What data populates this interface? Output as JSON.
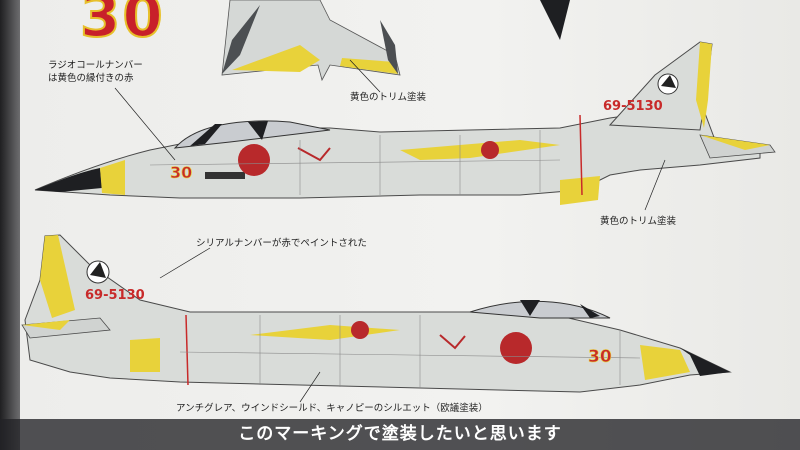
{
  "big_number": "30",
  "annotations": {
    "radio_callsign": [
      "ラジオコールナンバー",
      "は黄色の縁付きの赤"
    ],
    "yellow_trim_top": "黄色のトリム塗装",
    "yellow_trim_right": "黄色のトリム塗装",
    "serial_red": "シリアルナンバーが赤でペイントされた",
    "antiglare": "アンチグレア、ウインドシールド、キャノピーのシルエット（欧議塗装）"
  },
  "aircraft_markings": {
    "serial": "69-5130",
    "nose_number": "30"
  },
  "subtitle": "このマーキングで塗装したいと思います",
  "colors": {
    "body_gray": "#d9dcd9",
    "trim_yellow": "#e8d23a",
    "hinomaru_red": "#b8292b",
    "antiglare_black": "#1e1f22",
    "serial_red": "#c82a2a"
  }
}
